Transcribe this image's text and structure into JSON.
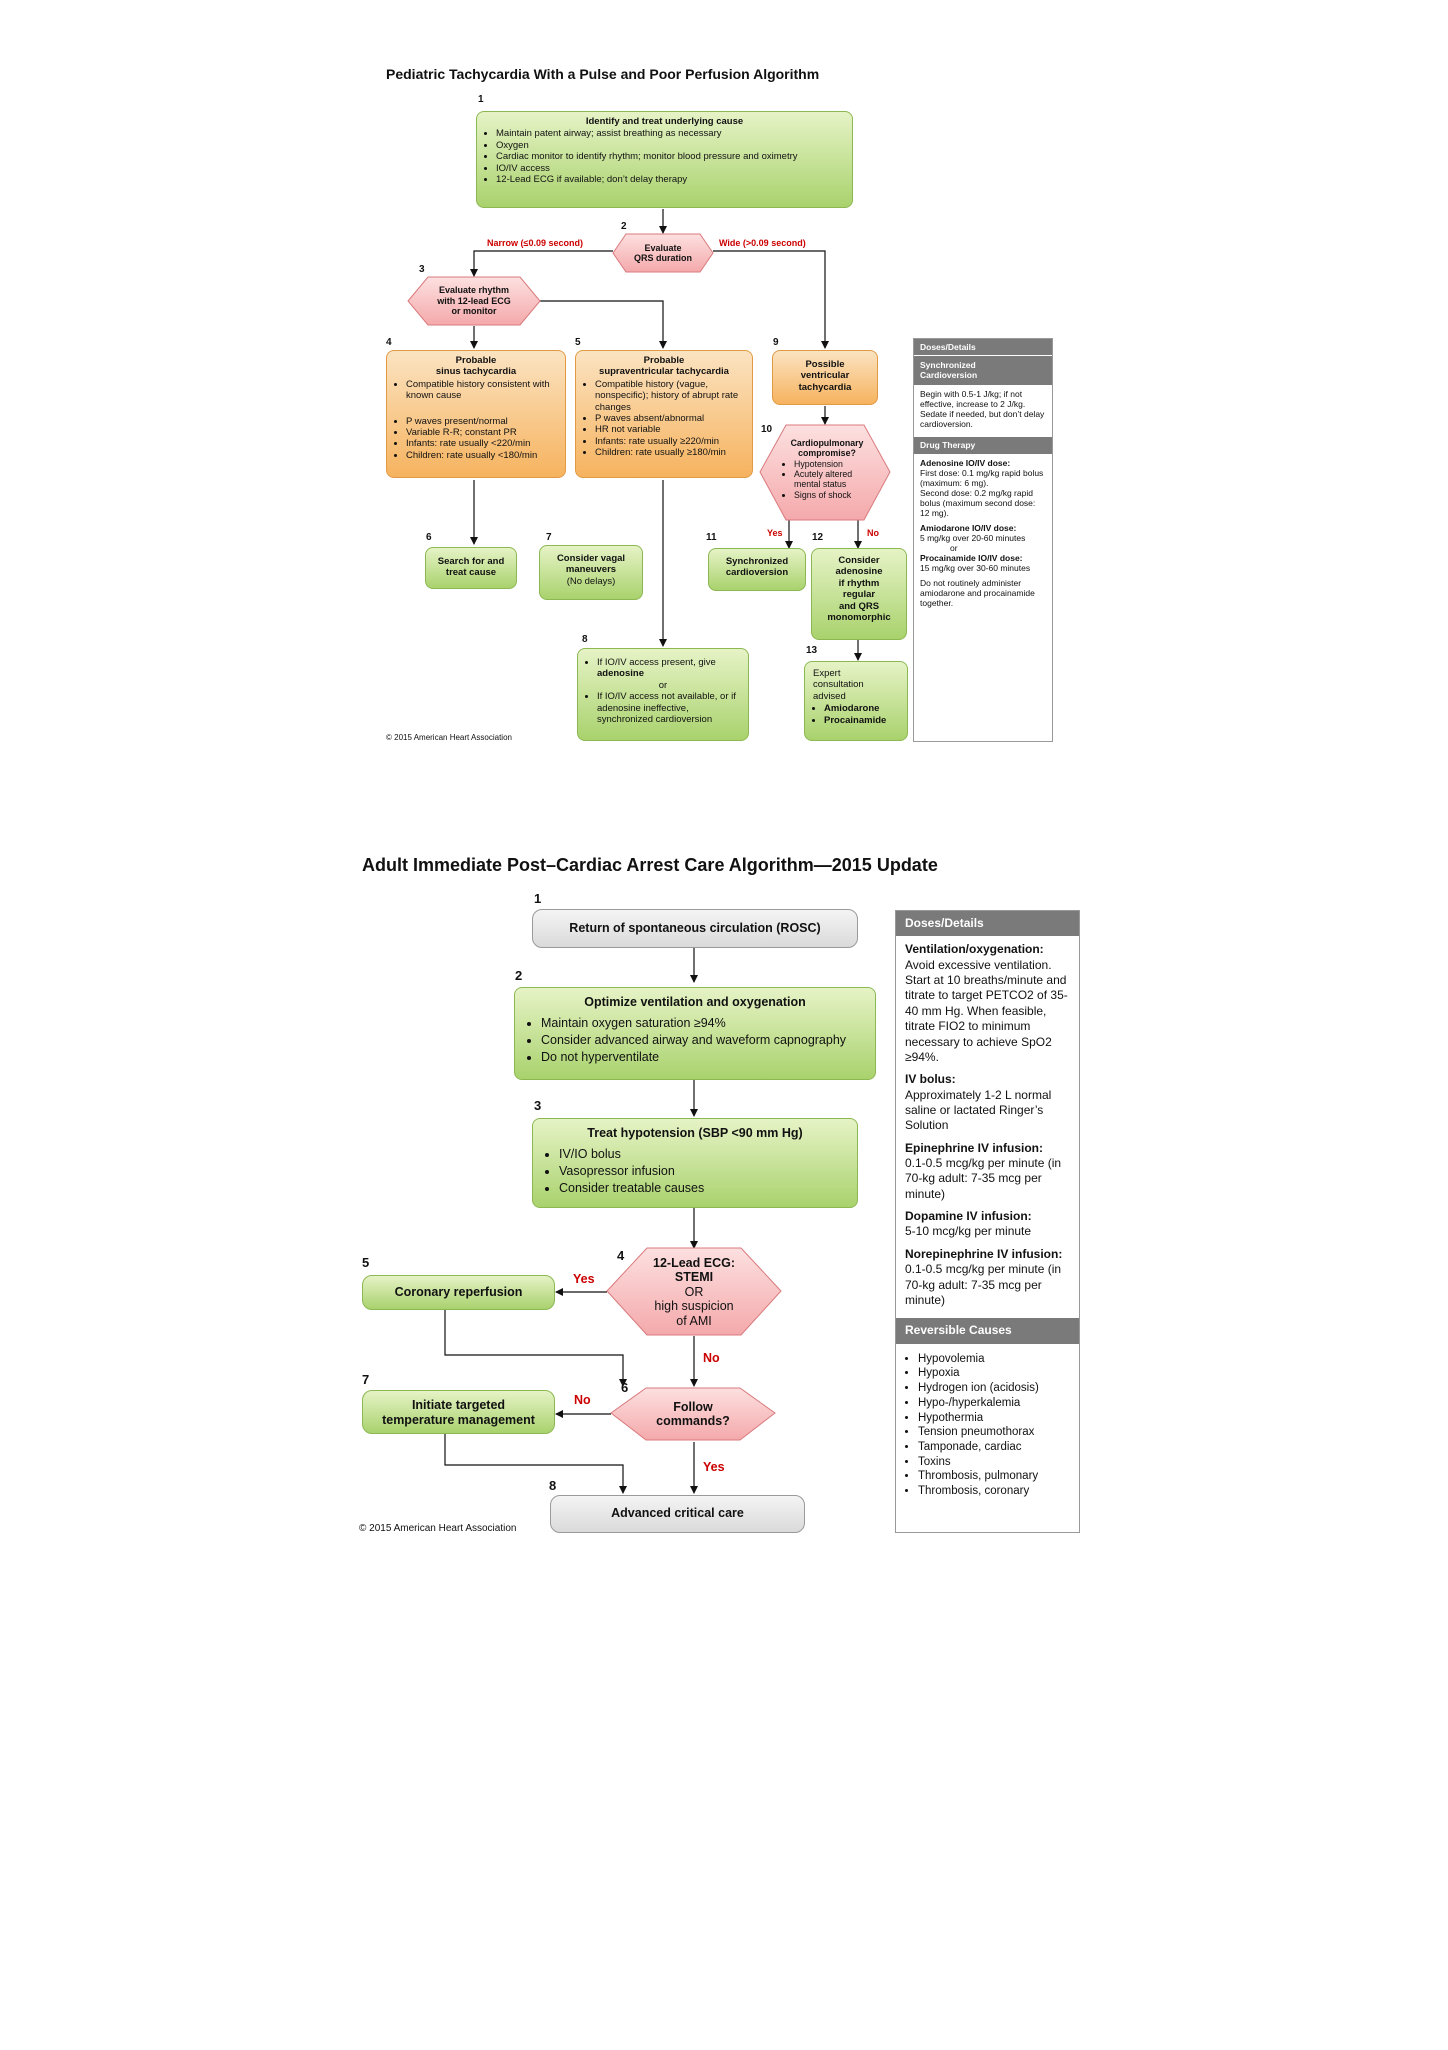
{
  "ped": {
    "title": "Pediatric Tachycardia With a Pulse and Poor Perfusion Algorithm",
    "n": [
      "1",
      "2",
      "3",
      "4",
      "5",
      "6",
      "7",
      "8",
      "9",
      "10",
      "11",
      "12",
      "13"
    ],
    "b1": {
      "title": "Identify and treat underlying cause",
      "items": [
        "Maintain patent airway; assist breathing as necessary",
        "Oxygen",
        "Cardiac monitor to identify rhythm; monitor blood pressure and oximetry",
        "IO/IV access",
        "12-Lead ECG if available; don’t delay therapy"
      ]
    },
    "qrs": [
      "Evaluate",
      "QRS duration"
    ],
    "narrow": "Narrow (≤0.09 second)",
    "wide": "Wide (>0.09 second)",
    "rhythm": [
      "Evaluate rhythm",
      "with 12-lead ECG",
      "or monitor"
    ],
    "b4": {
      "title": [
        "Probable",
        "sinus tachycardia"
      ],
      "items1": [
        "Compatible history consistent with known cause"
      ],
      "items2": [
        "P waves present/normal",
        "Variable R-R; constant PR",
        "Infants: rate usually <220/min",
        "Children: rate usually <180/min"
      ]
    },
    "b5": {
      "title": [
        "Probable",
        "supraventricular tachycardia"
      ],
      "items": [
        "Compatible history (vague, nonspecific); history of abrupt rate changes",
        "P waves absent/abnormal",
        "HR not variable",
        "Infants: rate usually ≥220/min",
        "Children: rate usually ≥180/min"
      ]
    },
    "b9": [
      "Possible",
      "ventricular",
      "tachycardia"
    ],
    "b10": {
      "title": [
        "Cardiopulmonary",
        "compromise?"
      ],
      "items": [
        "Hypotension",
        "Acutely altered mental status",
        "Signs of shock"
      ]
    },
    "yes": "Yes",
    "no": "No",
    "b6": [
      "Search for and",
      "treat cause"
    ],
    "b7": [
      "Consider vagal",
      "maneuvers",
      "(No delays)"
    ],
    "b11": [
      "Synchronized",
      "cardioversion"
    ],
    "b12": [
      "Consider",
      "adenosine",
      "if rhythm",
      "regular",
      "and QRS",
      "monomorphic"
    ],
    "b8": {
      "item1": [
        "If IO/IV access present, give ",
        "adenosine"
      ],
      "or": "or",
      "item2": "If IO/IV access not available, or if adenosine ineffective, synchronized cardioversion"
    },
    "b13": {
      "text": [
        "Expert",
        "consultation",
        "advised"
      ],
      "items": [
        "Amiodarone",
        "Procainamide"
      ]
    },
    "side": {
      "h1": "Doses/Details",
      "h2": [
        "Synchronized",
        "Cardioversion"
      ],
      "sc": "Begin with 0.5-1 J/kg; if not effective, increase to 2 J/kg. Sedate if needed, but don’t delay cardioversion.",
      "h3": "Drug Therapy",
      "ad_h": "Adenosine IO/IV dose:",
      "ad1": "First dose: 0.1 mg/kg rapid bolus (maximum: 6 mg).",
      "ad2": "Second dose: 0.2 mg/kg rapid bolus (maximum second dose: 12 mg).",
      "am_h": "Amiodarone IO/IV dose:",
      "am": "5 mg/kg over 20-60 minutes",
      "or": "or",
      "pr_h": "Procainamide IO/IV dose:",
      "pr": "15 mg/kg over 30-60 minutes",
      "note": "Do not routinely administer amiodarone and procainamide together."
    },
    "copy": "© 2015 American Heart Association"
  },
  "adult": {
    "title": "Adult Immediate Post–Cardiac Arrest Care Algorithm—2015 Update",
    "n": [
      "1",
      "2",
      "3",
      "4",
      "5",
      "6",
      "7",
      "8"
    ],
    "b1": "Return of spontaneous circulation (ROSC)",
    "b2": {
      "title": "Optimize ventilation and oxygenation",
      "items": [
        "Maintain oxygen saturation ≥94%",
        "Consider advanced airway and waveform capnography",
        "Do not hyperventilate"
      ]
    },
    "b3": {
      "title": "Treat hypotension (SBP <90 mm Hg)",
      "items": [
        "IV/IO bolus",
        "Vasopressor infusion",
        "Consider treatable causes"
      ]
    },
    "b4": [
      "12-Lead ECG:",
      "STEMI",
      "OR",
      "high suspicion",
      "of AMI"
    ],
    "b5": "Coronary reperfusion",
    "b6": [
      "Follow",
      "commands?"
    ],
    "b7": [
      "Initiate targeted",
      "temperature management"
    ],
    "b8": "Advanced critical care",
    "yes": "Yes",
    "no": "No",
    "side": {
      "h1": "Doses/Details",
      "vent_h": "Ventilation/oxygenation:",
      "vent": "Avoid excessive ventilation. Start at 10 breaths/minute and titrate to target PETCO2 of 35-40 mm Hg. When feasible, titrate FIO2 to minimum necessary to achieve SpO2 ≥94%.",
      "iv_h": "IV bolus:",
      "iv": "Approximately 1-2 L normal saline or lactated Ringer’s Solution",
      "epi_h": "Epinephrine IV infusion:",
      "epi": "0.1-0.5 mcg/kg per minute (in 70-kg adult: 7-35 mcg per minute)",
      "dop_h": "Dopamine IV infusion:",
      "dop": "5-10 mcg/kg per minute",
      "nor_h": "Norepinephrine IV infusion:",
      "nor": "0.1-0.5 mcg/kg per minute (in 70-kg adult: 7-35 mcg per minute)",
      "h2": "Reversible Causes",
      "causes": [
        "Hypovolemia",
        "Hypoxia",
        "Hydrogen ion (acidosis)",
        "Hypo-/hyperkalemia",
        "Hypothermia",
        "Tension pneumothorax",
        "Tamponade, cardiac",
        "Toxins",
        "Thrombosis, pulmonary",
        "Thrombosis, coronary"
      ]
    },
    "copy": "© 2015 American Heart Association"
  },
  "colors": {
    "green": "#a9d26d",
    "orange": "#f6b35f",
    "pink": "#f4a9ab",
    "grey": "#dadada",
    "red": "#c00000",
    "header": "#7a7a7a"
  }
}
